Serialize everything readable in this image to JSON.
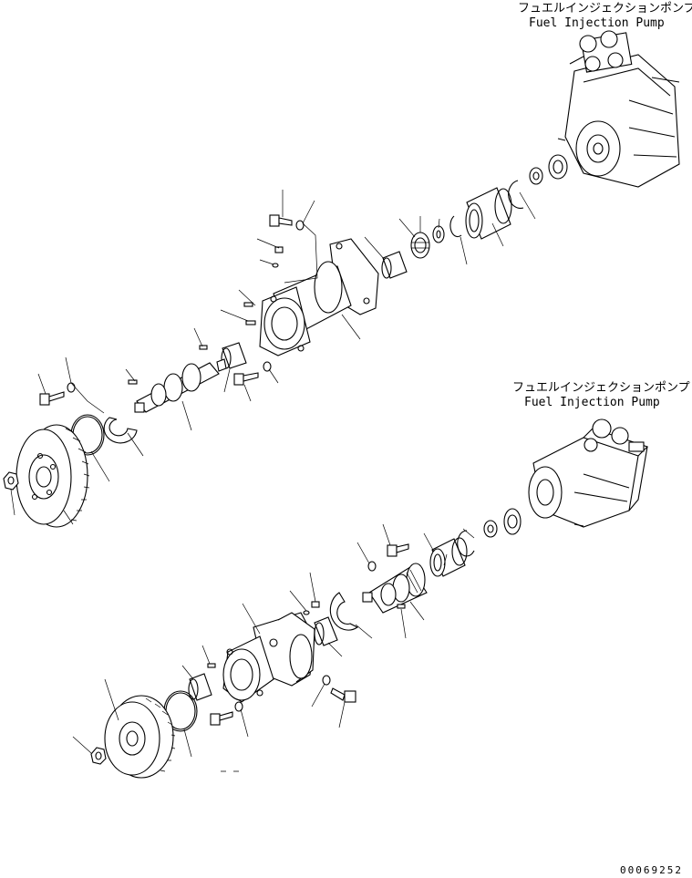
{
  "labels": {
    "upper_pump_jp": "フュエルインジェクションポンプ",
    "upper_pump_en": "Fuel Injection Pump",
    "lower_pump_jp": "フュエルインジェクションポンプ",
    "lower_pump_en": "Fuel Injection Pump"
  },
  "reference_number": "00069252"
}
